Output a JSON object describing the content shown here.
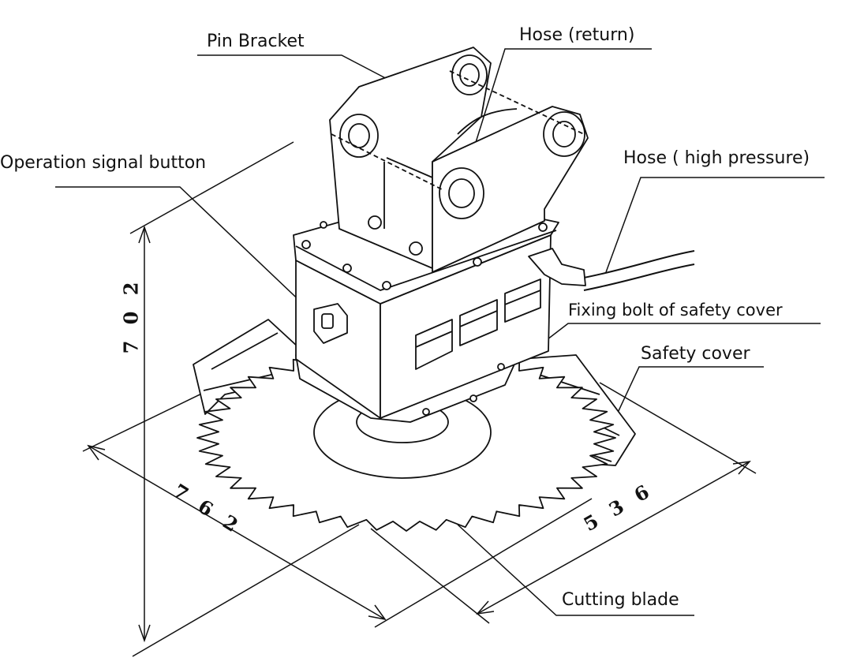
{
  "labels": {
    "pin_bracket": "Pin Bracket",
    "hose_return": "Hose (return)",
    "operation_signal_button": "Operation signal button",
    "hose_high_pressure": "Hose ( high pressure)",
    "fixing_bolt": "Fixing bolt of safety cover",
    "safety_cover": "Safety cover",
    "cutting_blade": "Cutting blade"
  },
  "dimensions": {
    "height": "7 0 2",
    "length": "7 6 2",
    "width": "5 3 6"
  },
  "colors": {
    "line": "#111111",
    "background": "#ffffff"
  }
}
